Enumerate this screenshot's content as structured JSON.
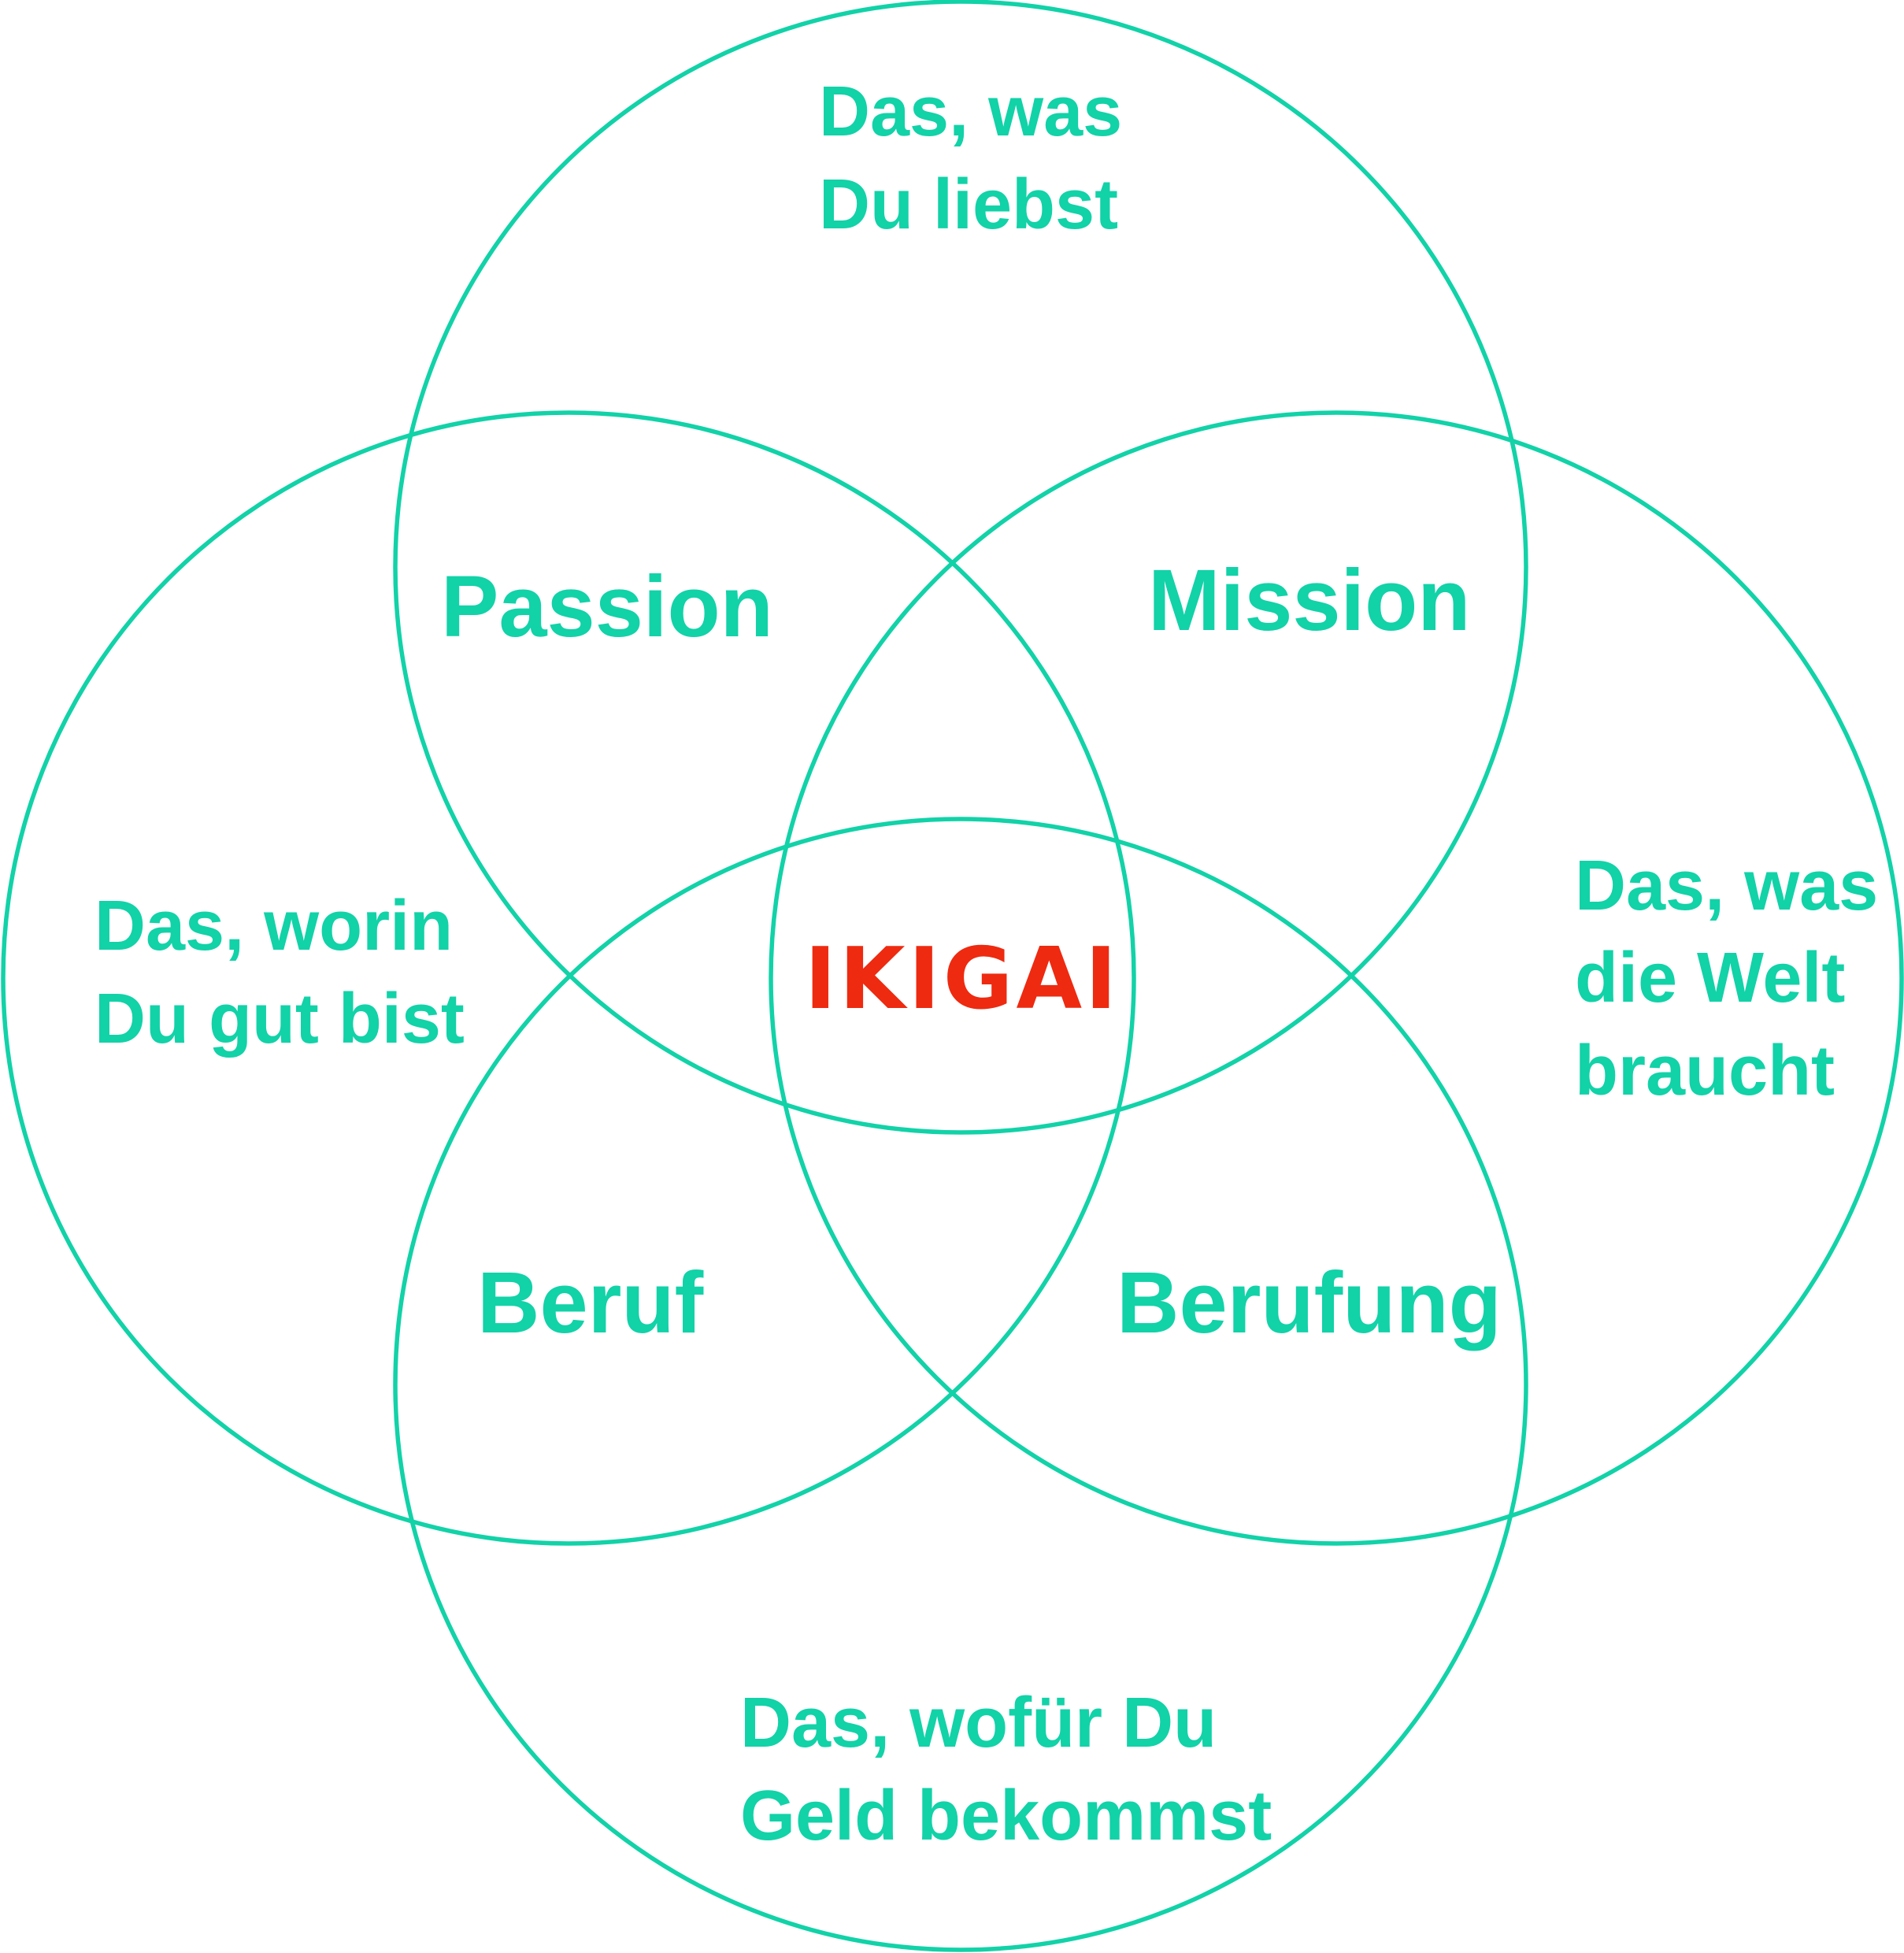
{
  "colors": {
    "accent": "#12D2A8",
    "center": "#EE2A10",
    "background": "#FFFFFF"
  },
  "outer": {
    "top": [
      "Das, was",
      "Du liebst"
    ],
    "left": [
      "Das, worin",
      "Du gut bist"
    ],
    "right": [
      "Das, was",
      "die Welt",
      "braucht"
    ],
    "bottom": [
      "Das, wofür Du",
      "Geld bekommst"
    ]
  },
  "overlaps": {
    "passion": "Passion",
    "mission": "Mission",
    "beruf": "Beruf",
    "berufung": "Berufung"
  },
  "center": "IKIGAI"
}
